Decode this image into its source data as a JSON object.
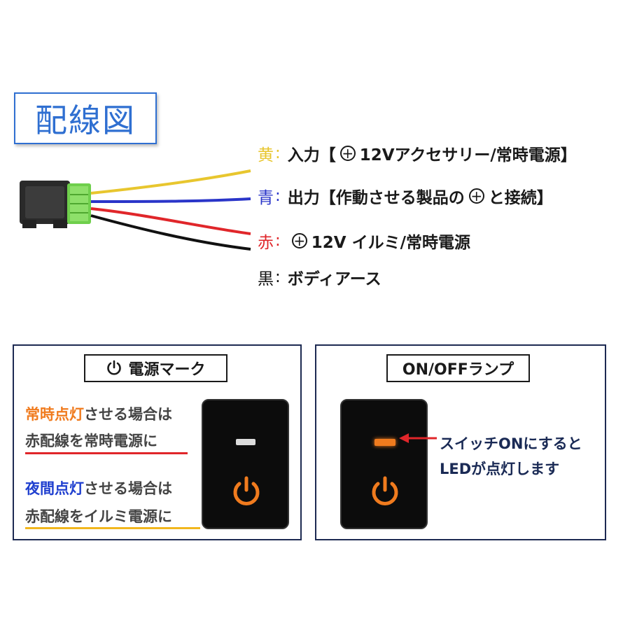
{
  "title": "配線図",
  "wires": [
    {
      "label": "黄",
      "color": "#e8c62e",
      "desc_pre": "入力【",
      "plus": true,
      "desc_post": " 12Vアクセサリー/常時電源】"
    },
    {
      "label": "青",
      "color": "#2a35c9",
      "desc_pre": "出力【作動させる製品の",
      "plus": true,
      "desc_post": "と接続】"
    },
    {
      "label": "赤",
      "color": "#e0262a",
      "desc_pre": "",
      "plus": true,
      "desc_post": " 12V イルミ/常時電源"
    },
    {
      "label": "黒",
      "color": "#111111",
      "desc_pre": "ボディアース",
      "plus": false,
      "desc_post": ""
    }
  ],
  "colon": ":",
  "left_panel": {
    "title": "電源マーク",
    "icon": "power-icon",
    "note1_highlight": "常時点灯",
    "note1_rest": "させる場合は",
    "note1_line2": "赤配線を常時電源に",
    "note1_underline_color": "#e0262a",
    "note2_highlight": "夜間点灯",
    "note2_rest": "させる場合は",
    "note2_line2": "赤配線をイルミ電源に",
    "note2_underline_color": "#f2b71e"
  },
  "right_panel": {
    "title": "ON/OFFランプ",
    "callout_line1": "スイッチONにすると",
    "callout_line2": "LEDが点灯します",
    "arrow_color": "#e0262a"
  },
  "colors": {
    "title_blue": "#2f6fd1",
    "led_orange": "#f07b1e",
    "panel_border": "#1d2a52"
  }
}
